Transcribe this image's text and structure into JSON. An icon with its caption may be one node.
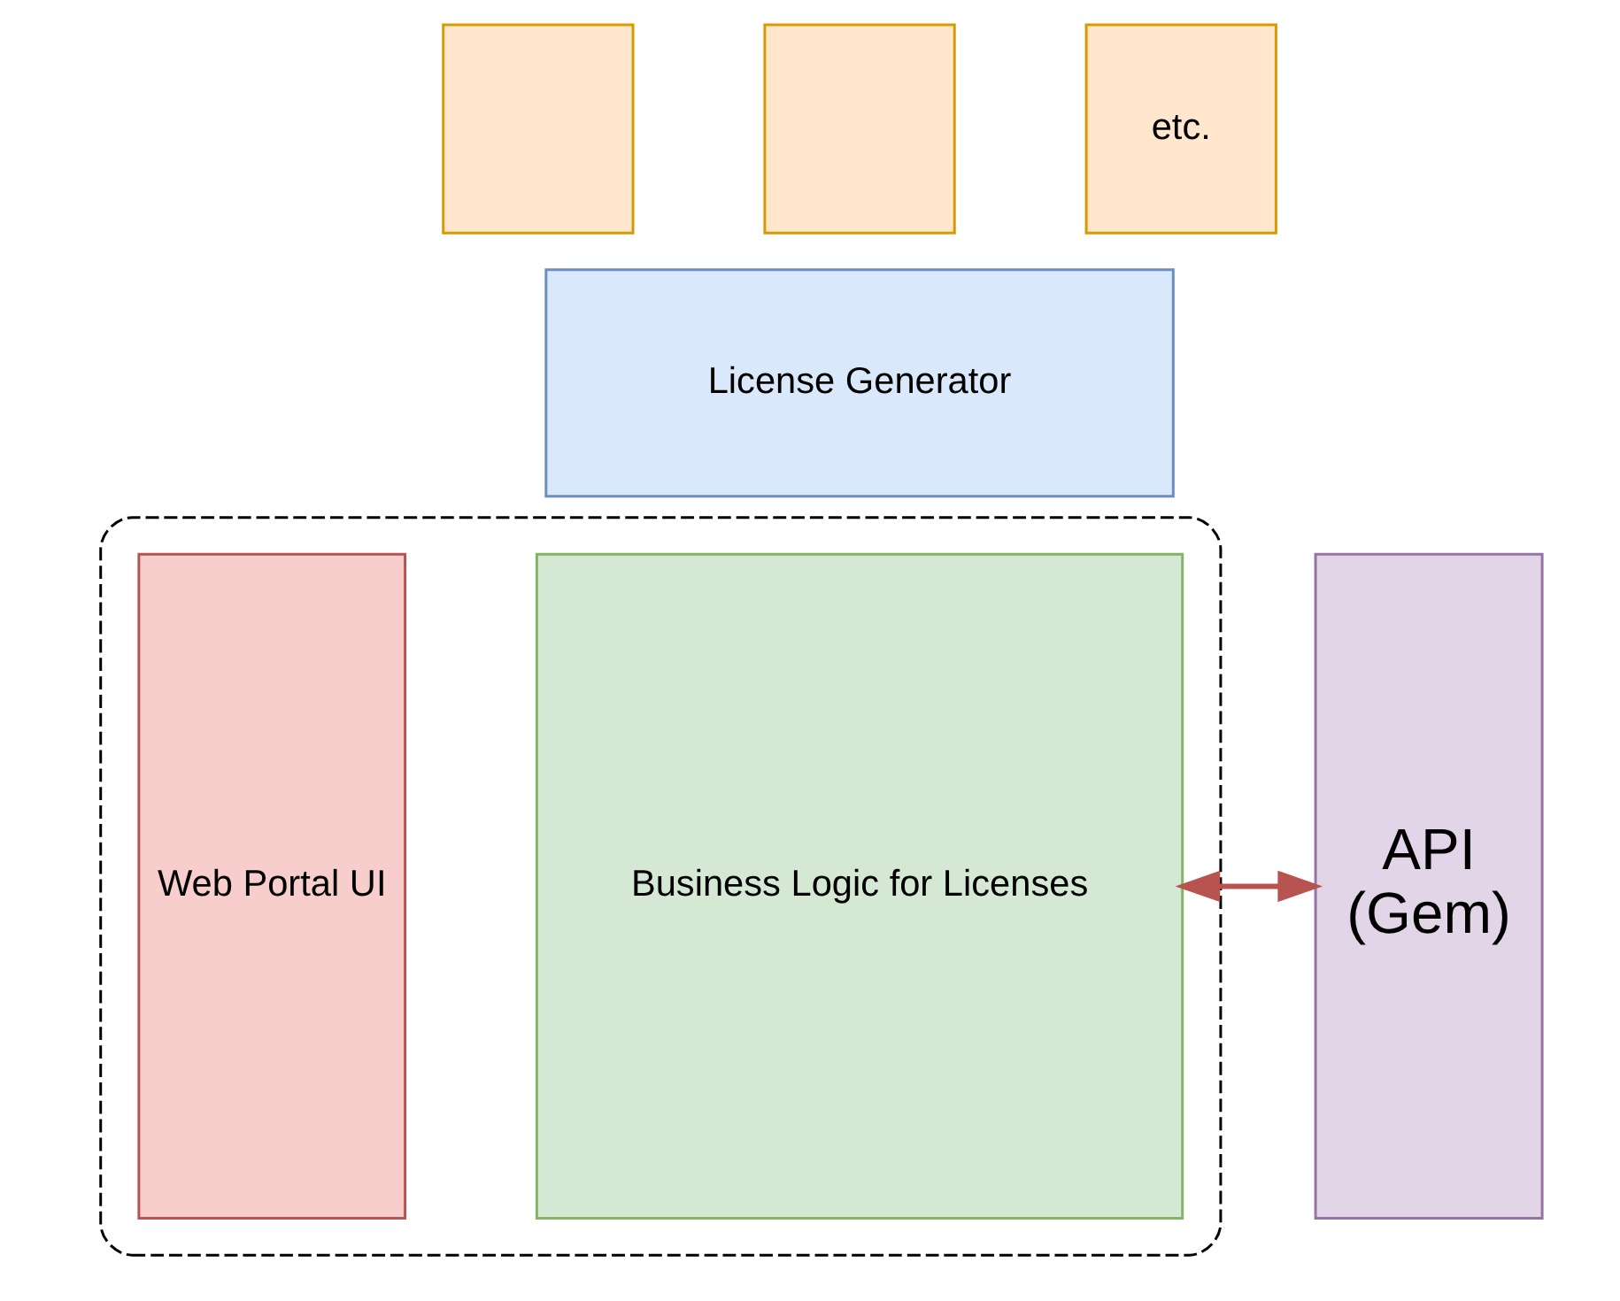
{
  "diagram": {
    "nodes": [
      {
        "text": [],
        "shape": "box"
      },
      {
        "text": [],
        "shape": "box"
      },
      {
        "text": [
          "etc."
        ]
      },
      {
        "text": [
          "License Generator"
        ]
      },
      {
        "text": [],
        "shape": "box"
      },
      {
        "text": [
          "Web Portal UI"
        ],
        "in": 4
      },
      {
        "text": [
          "Business Logic for Licenses"
        ],
        "in": 4
      },
      {
        "text": [
          "API",
          "(Gem)"
        ]
      }
    ],
    "edges": [
      {
        "from": 6,
        "to": 7,
        "arrow": "both",
        "color": "#b85450"
      }
    ]
  }
}
